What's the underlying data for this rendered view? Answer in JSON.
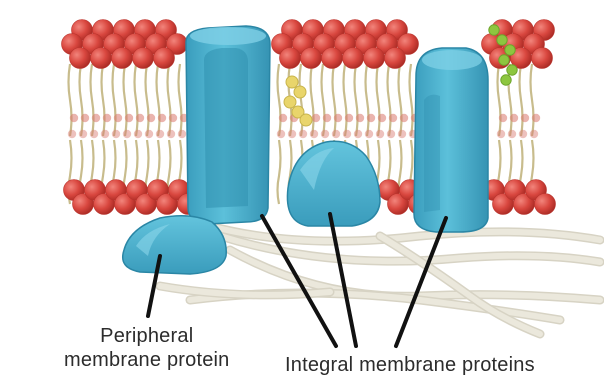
{
  "labels": {
    "peripheral_line1": "Peripheral",
    "peripheral_line2": "membrane protein",
    "integral": "Integral membrane proteins"
  },
  "colors": {
    "phospholipid_head": "#d9473f",
    "phospholipid_head_dark": "#b8322b",
    "lipid_tail": "#c8bc8c",
    "protein": "#4bb2cf",
    "protein_dark": "#2f8fae",
    "protein_highlight": "#7fd0e6",
    "cholesterol": "#e9d56b",
    "glycan": "#8dc63f",
    "fiber": "#ebe8dc",
    "pointer_line": "#111111"
  }
}
